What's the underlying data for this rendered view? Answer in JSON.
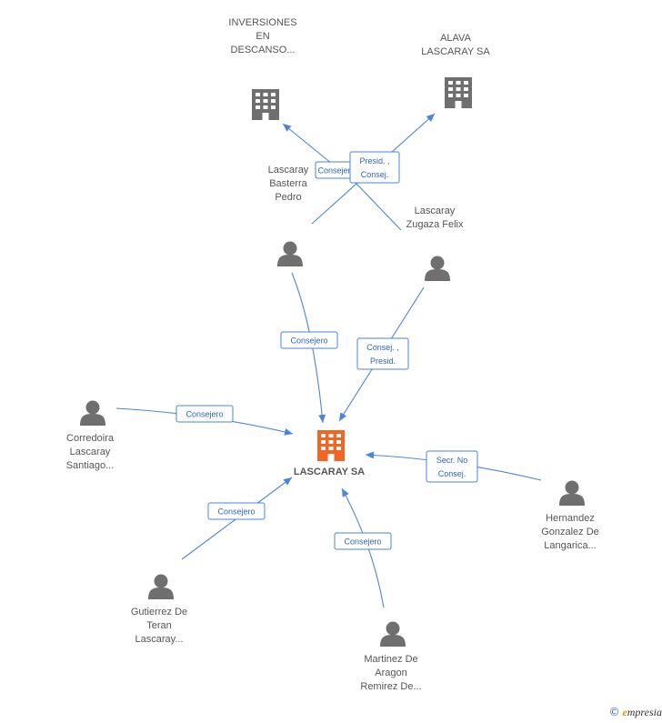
{
  "colors": {
    "edge": "#4a86d8",
    "company": "#6f6f6f",
    "main_company": "#f26522",
    "person": "#6f6f6f"
  },
  "nodes": [
    {
      "id": "lascaray-sa",
      "kind": "company-main",
      "icon": "building-icon",
      "lines": [
        "LASCARAY SA"
      ]
    },
    {
      "id": "inversiones",
      "kind": "company",
      "icon": "building-icon",
      "lines": [
        "INVERSIONES",
        "EN",
        "DESCANSO..."
      ]
    },
    {
      "id": "alava",
      "kind": "company",
      "icon": "building-icon",
      "lines": [
        "ALAVA",
        "LASCARAY SA"
      ]
    },
    {
      "id": "basterra",
      "kind": "person",
      "icon": "person-icon",
      "lines": [
        "Lascaray",
        "Basterra",
        "Pedro"
      ]
    },
    {
      "id": "zugaza",
      "kind": "person",
      "icon": "person-icon",
      "lines": [
        "Lascaray",
        "Zugaza Felix"
      ]
    },
    {
      "id": "corredoira",
      "kind": "person",
      "icon": "person-icon",
      "lines": [
        "Corredoira",
        "Lascaray",
        "Santiago..."
      ]
    },
    {
      "id": "hernandez",
      "kind": "person",
      "icon": "person-icon",
      "lines": [
        "Hernandez",
        "Gonzalez De",
        "Langarica..."
      ]
    },
    {
      "id": "gutierrez",
      "kind": "person",
      "icon": "person-icon",
      "lines": [
        "Gutierrez De",
        "Teran",
        "Lascaray..."
      ]
    },
    {
      "id": "martinez",
      "kind": "person",
      "icon": "person-icon",
      "lines": [
        "Martinez De",
        "Aragon",
        "Remirez De..."
      ]
    }
  ],
  "edges": [
    {
      "id": "e-basterra-inversiones",
      "lines": [
        "Consejero"
      ]
    },
    {
      "id": "e-basterra-alava",
      "lines": [
        "Presid. ,",
        "Consej."
      ]
    },
    {
      "id": "e-basterra-main",
      "lines": [
        "Consejero"
      ]
    },
    {
      "id": "e-zugaza-main",
      "lines": [
        "Consej. ,",
        "Presid."
      ]
    },
    {
      "id": "e-corredoira-main",
      "lines": [
        "Consejero"
      ]
    },
    {
      "id": "e-hernandez-main",
      "lines": [
        "Secr.  No",
        "Consej."
      ]
    },
    {
      "id": "e-gutierrez-main",
      "lines": [
        "Consejero"
      ]
    },
    {
      "id": "e-martinez-main",
      "lines": [
        "Consejero"
      ]
    }
  ],
  "footer": {
    "copyright": "©",
    "brand_first": "e",
    "brand_rest": "mpresia"
  }
}
